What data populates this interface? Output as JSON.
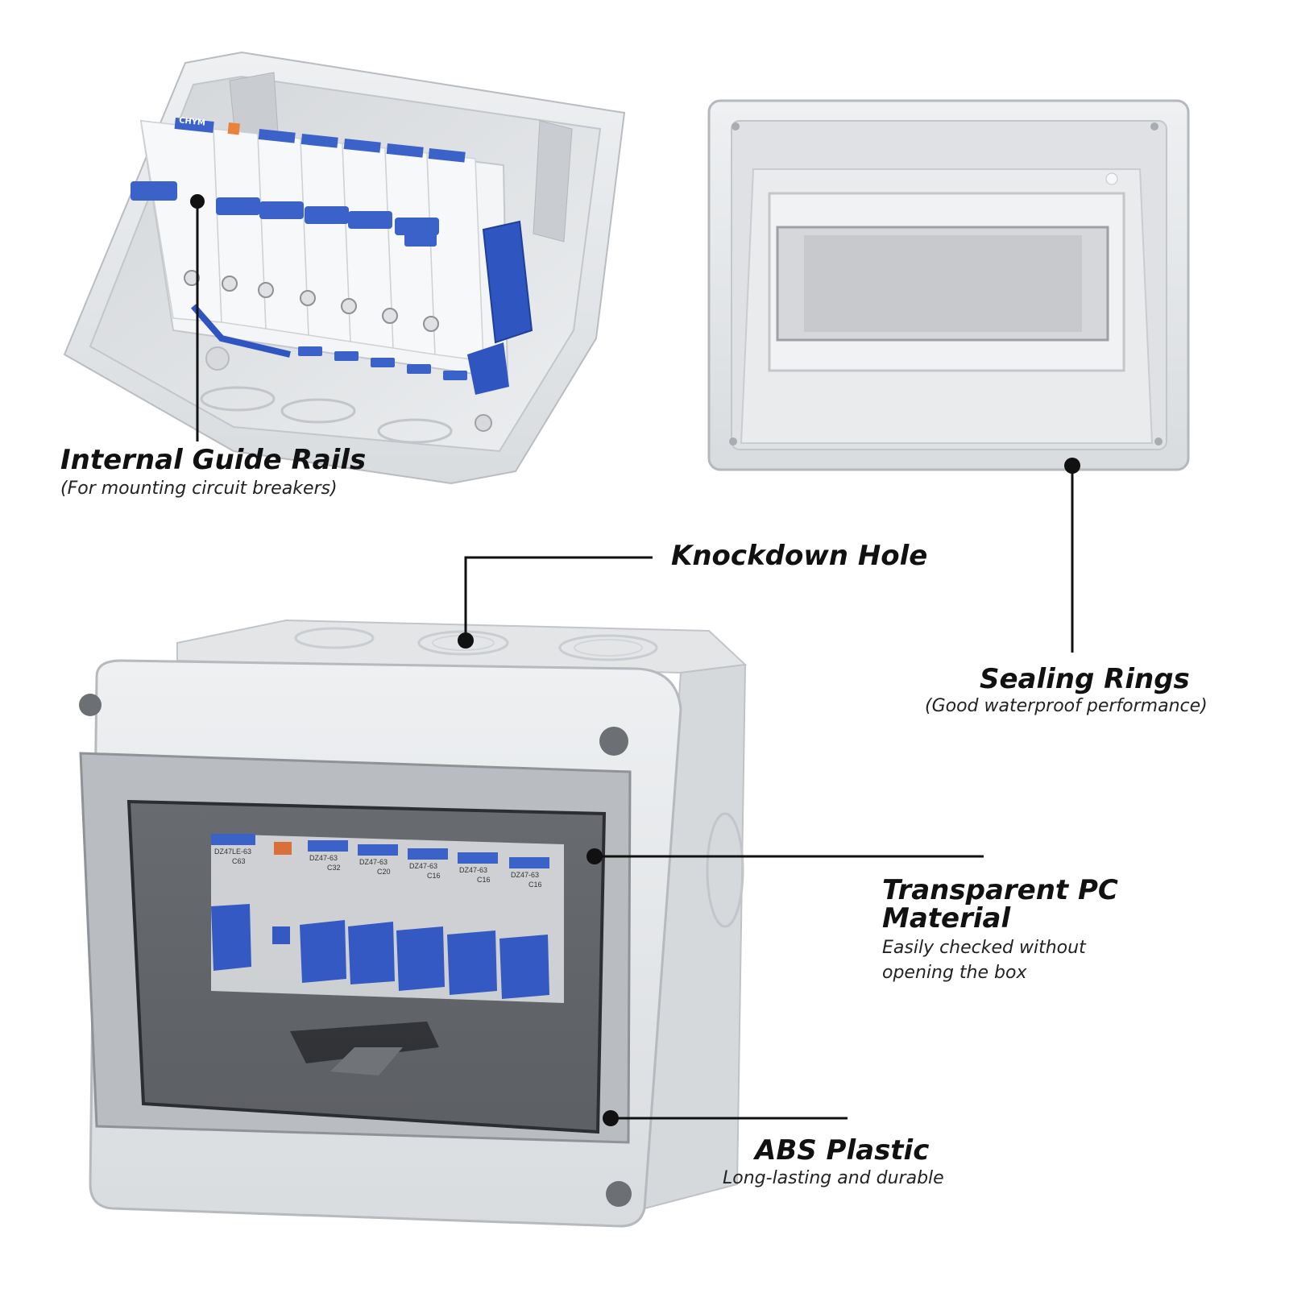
{
  "colors": {
    "enclosure": "#e6e8ea",
    "enclosure_shadow": "#c7cacd",
    "breaker_blue": "#3a62c9",
    "window_tint": "#4a4d52",
    "leader_line": "#111111"
  },
  "icons": [
    "callout-dot",
    "leader-line"
  ],
  "breaker_brand": "CHYM",
  "breakers": [
    {
      "model": "DZ47LE-63",
      "rating": "C63"
    },
    {
      "model": "DZ47-63",
      "rating": "C32"
    },
    {
      "model": "DZ47-63",
      "rating": "C20"
    },
    {
      "model": "DZ47-63",
      "rating": "C16"
    },
    {
      "model": "DZ47-63",
      "rating": "C16"
    },
    {
      "model": "DZ47-63",
      "rating": "C16"
    }
  ],
  "callouts": {
    "guide_rails": {
      "title": "Internal Guide Rails",
      "subtitle": "(For mounting circuit breakers)"
    },
    "knockdown": {
      "title": "Knockdown Hole"
    },
    "sealing": {
      "title": "Sealing Rings",
      "subtitle": "(Good waterproof performance)"
    },
    "transparent": {
      "title_line1": "Transparent PC",
      "title_line2": "Material",
      "subtitle_line1": "Easily checked without",
      "subtitle_line2": "opening the box"
    },
    "abs": {
      "title": "ABS Plastic",
      "subtitle": "Long-lasting and durable"
    }
  }
}
